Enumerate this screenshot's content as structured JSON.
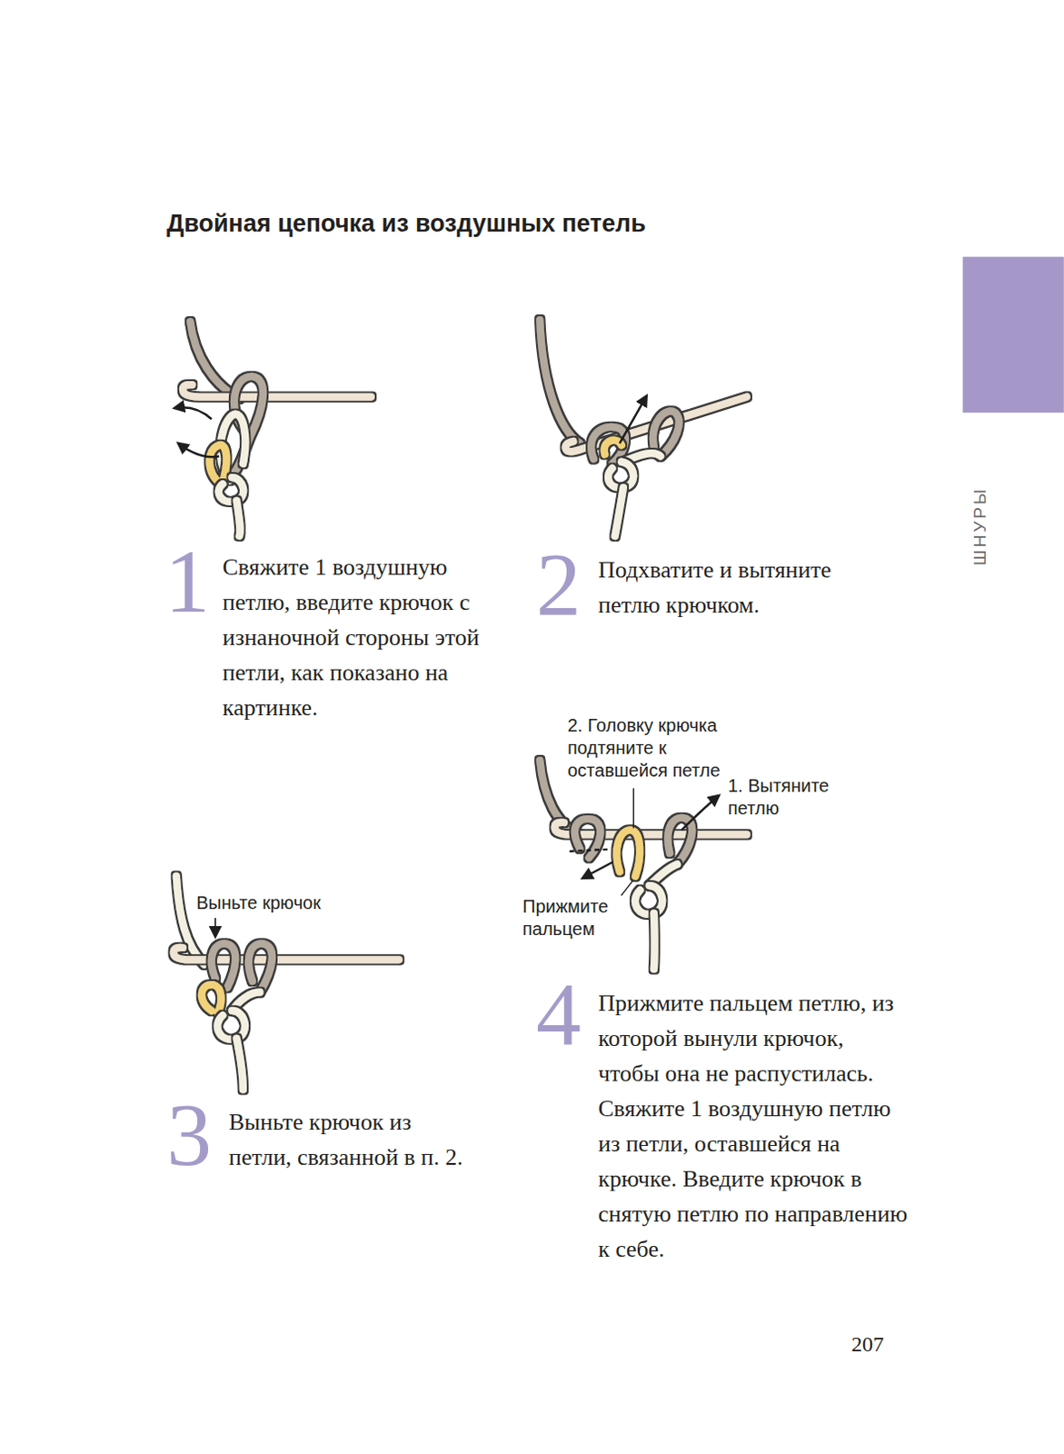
{
  "diagram": {
    "title": "Двойная цепочка из воздушных петель",
    "labels": [
      "1",
      "Свяжите 1 воздушную петлю, введите крючок с изнаночной стороны этой петли, как показано на картинке.",
      "2",
      "Подхватите и вытяните петлю крючком.",
      "Выньте крючок",
      "3",
      "Выньте крючок из петли, связанной в п. 2.",
      "2. Головку крючка подтяните к оставшейся петле",
      "1. Вытяните петлю",
      "Прижмите пальцем",
      "4",
      "Прижмите пальцем петлю, из которой вынули крючок, чтобы она не распустилась. Свяжите 1 воздушную петлю из петли, оставшейся на крючке. Введите крючок в снятую петлю по направлению к себе.",
      "ШНУРЫ",
      "207"
    ]
  }
}
